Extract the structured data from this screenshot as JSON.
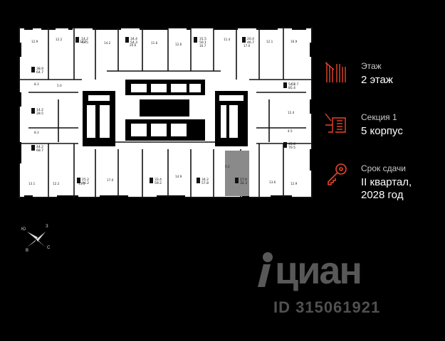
{
  "floor": {
    "label": "Этаж",
    "value": "2 этаж"
  },
  "section": {
    "label": "Секция 1",
    "value": "5 корпус"
  },
  "deadline": {
    "label": "Срок сдачи",
    "value_line1": "II квартал,",
    "value_line2": "2028 год"
  },
  "compass": {
    "n": "Ю",
    "e": "З",
    "w": "В",
    "s": "С"
  },
  "watermark": {
    "brand": "циан",
    "id": "ID 315061921"
  },
  "colors": {
    "accent": "#e8442b",
    "background": "#000000",
    "plan": "#ffffff",
    "selected_apt": "#8a8a8a"
  },
  "icons": {
    "floor": "floor-icon",
    "section": "section-icon",
    "deadline": "key-icon"
  }
}
